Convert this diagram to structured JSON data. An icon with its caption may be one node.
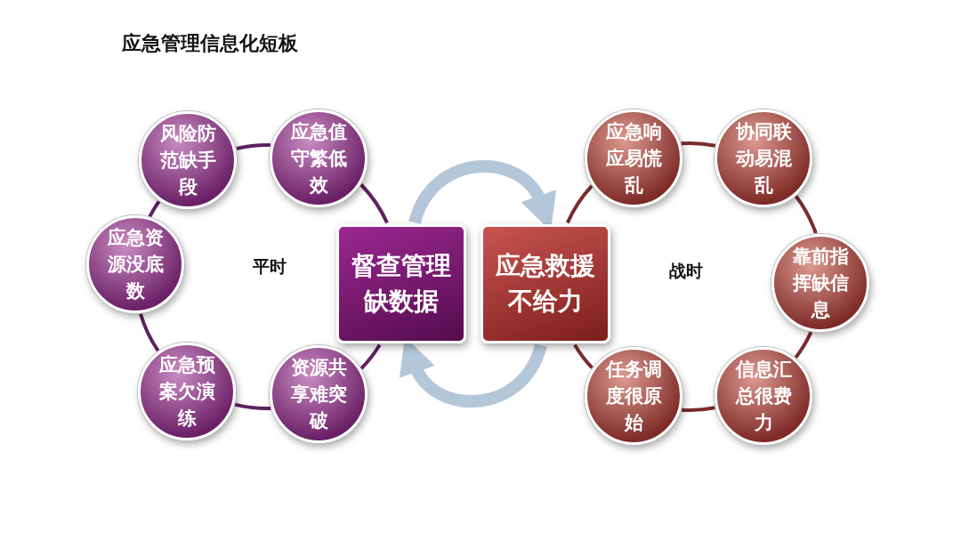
{
  "diagram": {
    "title": "应急管理信息化短板",
    "nodes": [
      {
        "text": [
          "风险防范缺手段"
        ]
      },
      {
        "text": [
          "应急值守繁低效"
        ]
      },
      {
        "text": [
          "应急资源没底数"
        ]
      },
      {
        "text": [
          "应急预案欠演练"
        ]
      },
      {
        "text": [
          "资源共享难突破"
        ]
      },
      {
        "text": [
          "督查管理缺数据"
        ]
      },
      {
        "text": [
          "应急救援不给力"
        ]
      },
      {
        "text": [
          "应急响应易慌乱"
        ]
      },
      {
        "text": [
          "协同联动易混乱"
        ]
      },
      {
        "text": [
          "靠前指挥缺信息"
        ]
      },
      {
        "text": [
          "任务调度很原始"
        ]
      },
      {
        "text": [
          "信息汇总很费力"
        ]
      }
    ],
    "edges": [
      {
        "from": 0,
        "to": 1,
        "arrow": "none",
        "color": "#5e2060"
      },
      {
        "from": 1,
        "to": 5,
        "arrow": "none",
        "color": "#5e2060"
      },
      {
        "from": 5,
        "to": 4,
        "arrow": "none",
        "color": "#5e2060"
      },
      {
        "from": 4,
        "to": 3,
        "arrow": "none",
        "color": "#5e2060"
      },
      {
        "from": 3,
        "to": 2,
        "arrow": "none",
        "color": "#5e2060"
      },
      {
        "from": 2,
        "to": 0,
        "arrow": "none",
        "color": "#5e2060"
      },
      {
        "from": 7,
        "to": 8,
        "arrow": "none",
        "color": "#7a2c2a"
      },
      {
        "from": 8,
        "to": 9,
        "arrow": "none",
        "color": "#7a2c2a"
      },
      {
        "from": 9,
        "to": 11,
        "arrow": "none",
        "color": "#7a2c2a"
      },
      {
        "from": 11,
        "to": 10,
        "arrow": "none",
        "color": "#7a2c2a"
      },
      {
        "from": 10,
        "to": 6,
        "arrow": "none",
        "color": "#7a2c2a"
      },
      {
        "from": 6,
        "to": 7,
        "arrow": "none",
        "color": "#7a2c2a"
      },
      {
        "from": 5,
        "to": 6,
        "arrow": "to",
        "style": "thick",
        "color": "#b4c7d9"
      },
      {
        "from": 6,
        "to": 5,
        "arrow": "to",
        "style": "thick",
        "color": "#b4c7d9"
      }
    ],
    "labels": [
      "平时",
      "战时"
    ]
  }
}
